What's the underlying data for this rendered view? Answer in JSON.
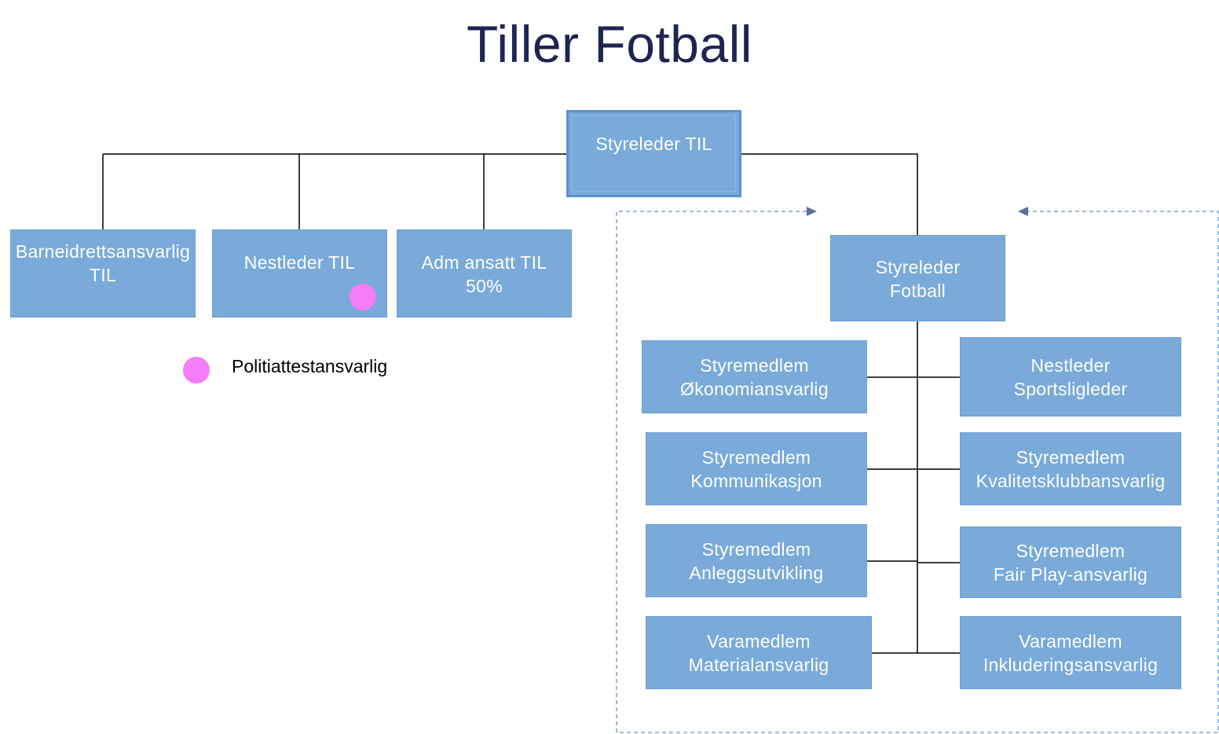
{
  "title": "Tiller Fotball",
  "colors": {
    "box_fill": "#79aad9",
    "box_text": "#ffffff",
    "title": "#1f2452",
    "marker": "#f57df7",
    "line": "#000000",
    "dashed_frame": "#6d8fb8"
  },
  "nodes": {
    "styreleder_til": {
      "lines": [
        "Styreleder TIL"
      ]
    },
    "barneidrett": {
      "lines": [
        "Barneidrettsansvarlig",
        "TIL"
      ]
    },
    "nestleder_til": {
      "lines": [
        "Nestleder TIL"
      ],
      "marker": "politiattest"
    },
    "adm_ansatt": {
      "lines": [
        "Adm ansatt TIL",
        "50%"
      ]
    },
    "styreleder_fotball": {
      "lines": [
        "Styreleder",
        "Fotball"
      ]
    },
    "okonomi": {
      "lines": [
        "Styremedlem",
        "Økonomiansvarlig"
      ]
    },
    "kommunikasjon": {
      "lines": [
        "Styremedlem",
        "Kommunikasjon"
      ]
    },
    "anlegg": {
      "lines": [
        "Styremedlem",
        "Anleggsutvikling"
      ]
    },
    "material": {
      "lines": [
        "Varamedlem",
        "Materialansvarlig"
      ]
    },
    "nestleder_sport": {
      "lines": [
        "Nestleder",
        "Sportsligleder"
      ]
    },
    "kvalitet": {
      "lines": [
        "Styremedlem",
        "Kvalitetsklubbansvarlig"
      ]
    },
    "fairplay": {
      "lines": [
        "Styremedlem",
        "Fair Play-ansvarlig"
      ]
    },
    "inkludering": {
      "lines": [
        "Varamedlem",
        "Inkluderingsansvarlig"
      ]
    }
  },
  "legend": {
    "label": "Politiattestansvarlig"
  }
}
